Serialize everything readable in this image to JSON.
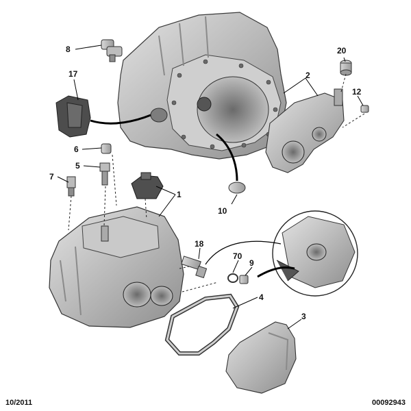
{
  "callouts": {
    "c8": "8",
    "c17": "17",
    "c6": "6",
    "c5": "5",
    "c7": "7",
    "c20": "20",
    "c2": "2",
    "c12": "12",
    "c1": "1",
    "c10": "10",
    "c18": "18",
    "c70": "70",
    "c9": "9",
    "c4": "4",
    "c3": "3"
  },
  "footer": {
    "date": "10/2011",
    "reference": "00092943"
  }
}
